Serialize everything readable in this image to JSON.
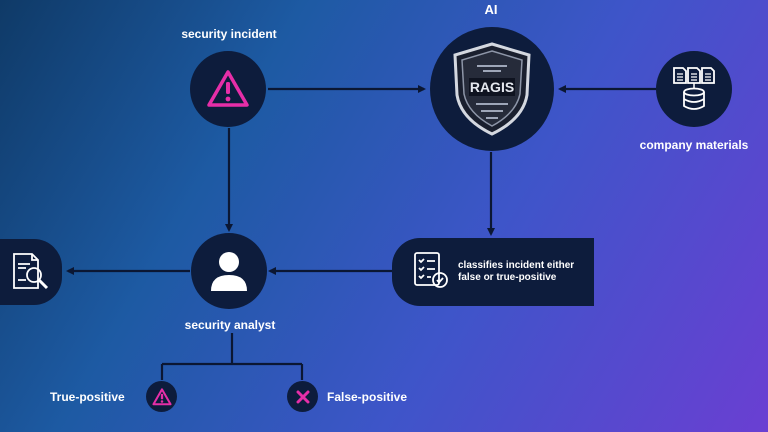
{
  "header": {
    "ai_label": "AI"
  },
  "nodes": {
    "incident": {
      "label": "security incident",
      "icon": "warning-triangle-icon"
    },
    "ai": {
      "logo_text": "RAGIS",
      "icon": "shield-logo-icon"
    },
    "materials": {
      "label": "company materials",
      "icon": "documents-database-icon"
    },
    "classifier": {
      "text_line1": "classifies incident either",
      "text_line2": "false or true-positive",
      "icon": "checklist-icon"
    },
    "analyst": {
      "label": "security analyst",
      "icon": "person-icon"
    },
    "report": {
      "icon": "document-search-icon"
    },
    "true_positive": {
      "label": "True-positive",
      "icon": "warning-triangle-icon"
    },
    "false_positive": {
      "label": "False-positive",
      "icon": "x-mark-icon"
    }
  },
  "colors": {
    "node_fill": "#0d1c3c",
    "accent_magenta": "#e62ea8",
    "line": "#0b1733"
  }
}
